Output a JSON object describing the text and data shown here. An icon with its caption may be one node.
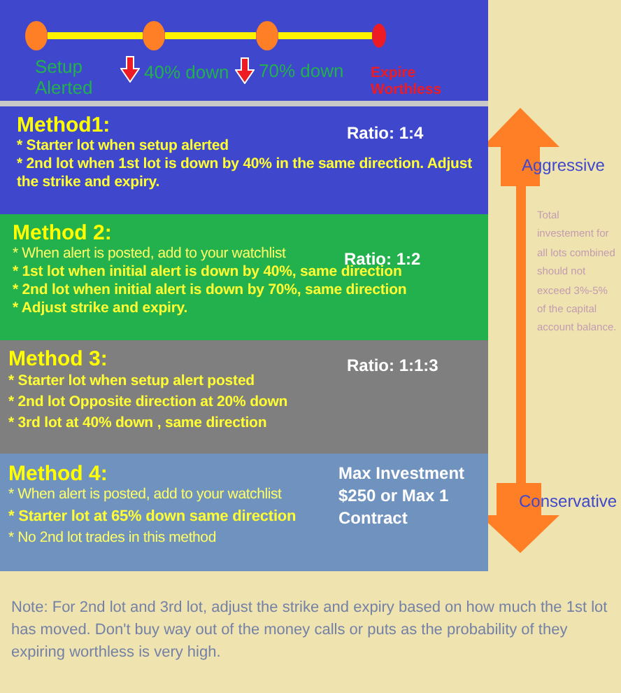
{
  "diagram": {
    "nodes": [
      {
        "text": [],
        "shape": "circle",
        "beside": [
          "Setup Alerted"
        ]
      },
      {
        "text": [],
        "shape": "circle",
        "beside": [
          "40% down"
        ]
      },
      {
        "text": [],
        "shape": "circle",
        "beside": [
          "70% down"
        ]
      },
      {
        "text": [],
        "shape": "circle",
        "beside": [
          "Expire Worthless"
        ]
      },
      {
        "text": [
          "Method1:",
          "Ratio: 1:4",
          "* Starter lot when setup alerted",
          "* 2nd lot when 1st lot is down by 40% in the same direction. Adjust the strike and expiry."
        ]
      },
      {
        "text": [
          "Method 2:",
          "* When alert is posted, add to your watchlist",
          "Ratio: 1:2",
          "* 1st lot when initial alert is down by 40%, same direction",
          "* 2nd lot when initial alert is down by 70%, same direction",
          "* Adjust strike and expiry."
        ]
      },
      {
        "text": [
          "Method 3:",
          "Ratio: 1:1:3",
          "* Starter lot when setup alert posted",
          "* 2nd lot Opposite direction at 20% down",
          "* 3rd lot at 40% down , same direction"
        ]
      },
      {
        "text": [
          "Method 4:",
          "* When alert is posted, add to your watchlist",
          "* Starter lot at 65% down same direction",
          "* No 2nd lot trades in this method",
          "Max Investment $250 or Max 1 Contract"
        ]
      }
    ],
    "edges": [
      {
        "from": 0,
        "to": 1,
        "arrow": "none"
      },
      {
        "from": 1,
        "to": 2,
        "arrow": "none"
      },
      {
        "from": 2,
        "to": 3,
        "arrow": "none"
      }
    ],
    "labels": [
      "Aggressive",
      "Total investement for all lots combined should not exceed 3%-5% of the capital account balance.",
      "Conservative",
      "Note: For 2nd lot and 3rd lot, adjust the strike and expiry based on how much the 1st lot has moved. Don't buy way out of the money calls or puts as the probability of they expiring worthless is very high."
    ]
  }
}
